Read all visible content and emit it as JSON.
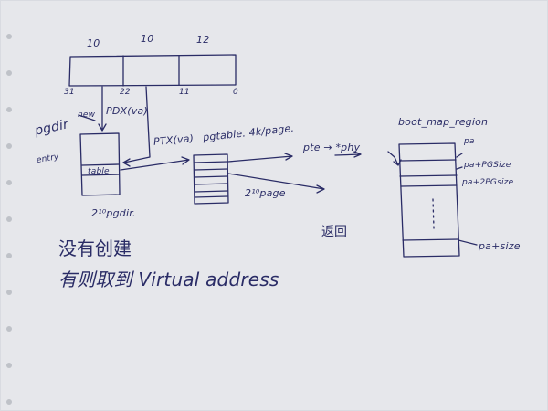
{
  "colors": {
    "paper": "#e6e7eb",
    "paper_edge": "#d9dbe1",
    "ink": "#2a2c66",
    "margin_holes": "#bfc2c8"
  },
  "address_bits": {
    "field_widths": [
      "10",
      "10",
      "12"
    ],
    "bit_positions": [
      "31",
      "22",
      "11",
      "0"
    ]
  },
  "labels": {
    "pdx": "PDX(va)",
    "new": "new",
    "pgdir": "pgdir",
    "entry": "entry",
    "table": "table",
    "pgdir_count": "2¹⁰pgdir.",
    "ptx": "PTX(va)",
    "pgtable": "pgtable. 4k/page.",
    "page_count": "2¹⁰page",
    "pte_phy": "pte → *phy",
    "boot_map": "boot_map_region",
    "pa": "pa",
    "pa_plus_pgsize": "pa+PGSize",
    "pa_plus_2pgsize": "pa+2PGsize",
    "pa_plus_size": "pa+size",
    "chinese_line1": "没有创建",
    "chinese_line2": "有则取到 Virtual address",
    "chinese_return": "返回"
  },
  "icons": {
    "arrows": "arrow-icon"
  }
}
